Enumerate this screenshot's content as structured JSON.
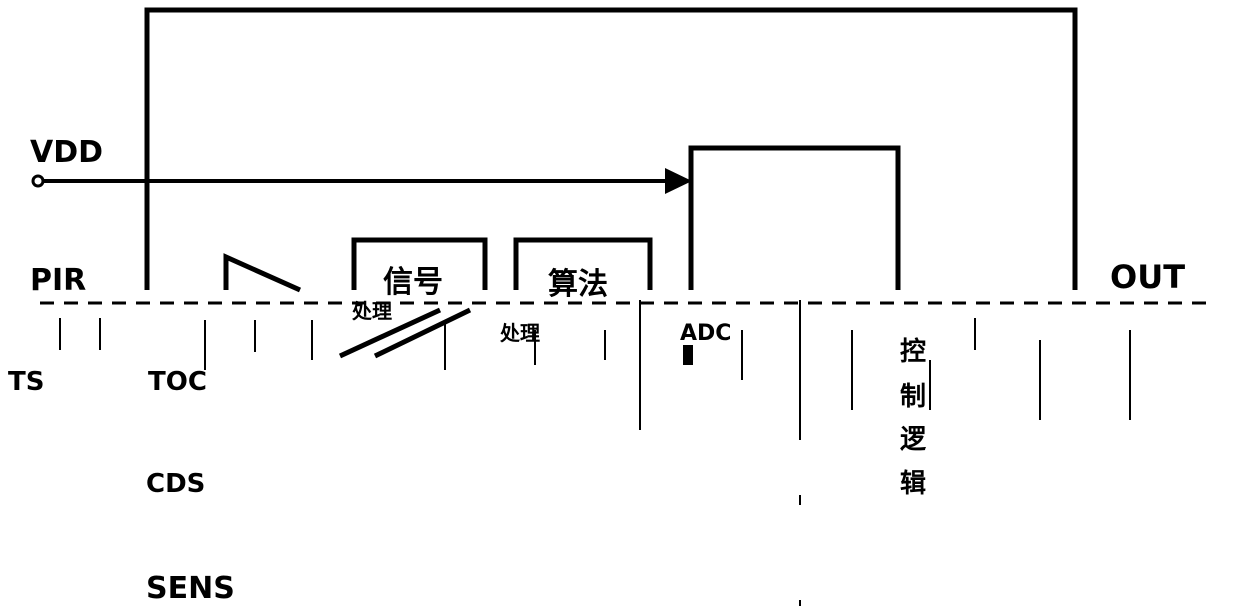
{
  "colors": {
    "line": "#000000",
    "background": "#ffffff"
  },
  "pins": {
    "vdd": "VDD",
    "pir": "PIR",
    "out": "OUT",
    "sens": "SENS"
  },
  "blocks": {
    "signal_top": "信号",
    "signal_bottom": "处理",
    "algorithm_top": "算法",
    "algorithm_bottom": "处理",
    "control": [
      "控",
      "制",
      "逻",
      "辑"
    ]
  },
  "fragments": {
    "ts": "TS",
    "toc": "TOC",
    "cds": "CDS",
    "adc": "ADC"
  }
}
